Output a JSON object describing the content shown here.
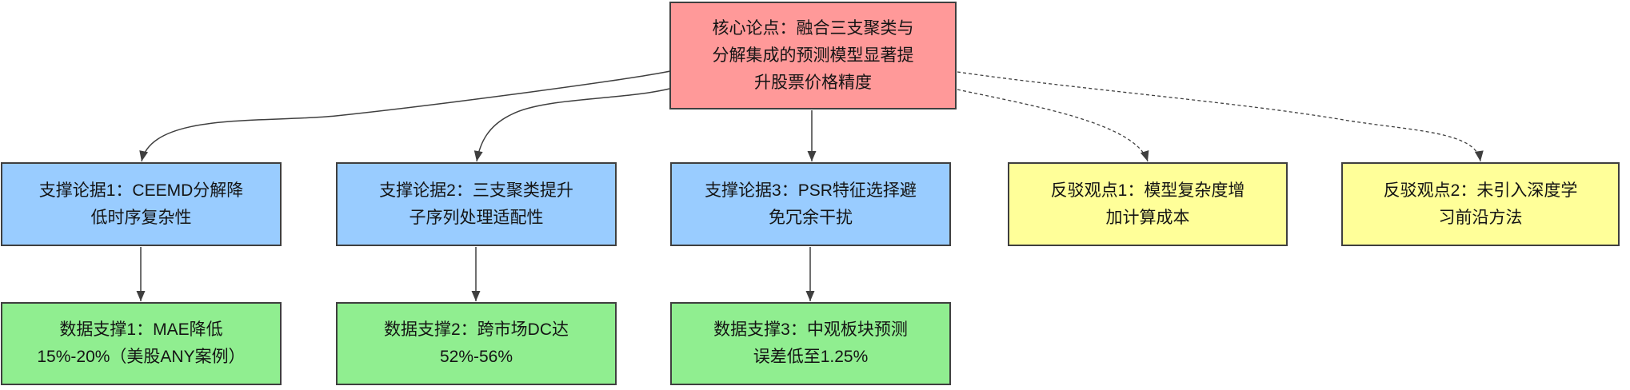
{
  "diagram_title": "",
  "colors": {
    "core_fill": "#ff9999",
    "support_fill": "#99ccff",
    "counter_fill": "#ffff99",
    "data_fill": "#90ee90",
    "border": "#3f3f3f",
    "arrow": "#3f3f3f"
  },
  "nodes": {
    "core": {
      "lines": [
        "核心论点：融合三支聚类与",
        "分解集成的预测模型显著提",
        "升股票价格精度"
      ]
    },
    "support1": {
      "lines": [
        "支撑论据1：CEEMD分解降",
        "低时序复杂性"
      ]
    },
    "support2": {
      "lines": [
        "支撑论据2：三支聚类提升",
        "子序列处理适配性"
      ]
    },
    "support3": {
      "lines": [
        "支撑论据3：PSR特征选择避",
        "免冗余干扰"
      ]
    },
    "counter1": {
      "lines": [
        "反驳观点1：模型复杂度增",
        "加计算成本"
      ]
    },
    "counter2": {
      "lines": [
        "反驳观点2：未引入深度学",
        "习前沿方法"
      ]
    },
    "data1": {
      "lines": [
        "数据支撑1：MAE降低",
        "15%-20%（美股ANY案例）"
      ]
    },
    "data2": {
      "lines": [
        "数据支撑2：跨市场DC达",
        "52%-56%"
      ]
    },
    "data3": {
      "lines": [
        "数据支撑3：中观板块预测",
        "误差低至1.25%"
      ]
    }
  },
  "edges": [
    {
      "from": "core",
      "to": "support1",
      "style": "solid"
    },
    {
      "from": "core",
      "to": "support2",
      "style": "solid"
    },
    {
      "from": "core",
      "to": "support3",
      "style": "solid"
    },
    {
      "from": "core",
      "to": "counter1",
      "style": "dotted"
    },
    {
      "from": "core",
      "to": "counter2",
      "style": "dotted"
    },
    {
      "from": "support1",
      "to": "data1",
      "style": "solid"
    },
    {
      "from": "support2",
      "to": "data2",
      "style": "solid"
    },
    {
      "from": "support3",
      "to": "data3",
      "style": "solid"
    }
  ]
}
